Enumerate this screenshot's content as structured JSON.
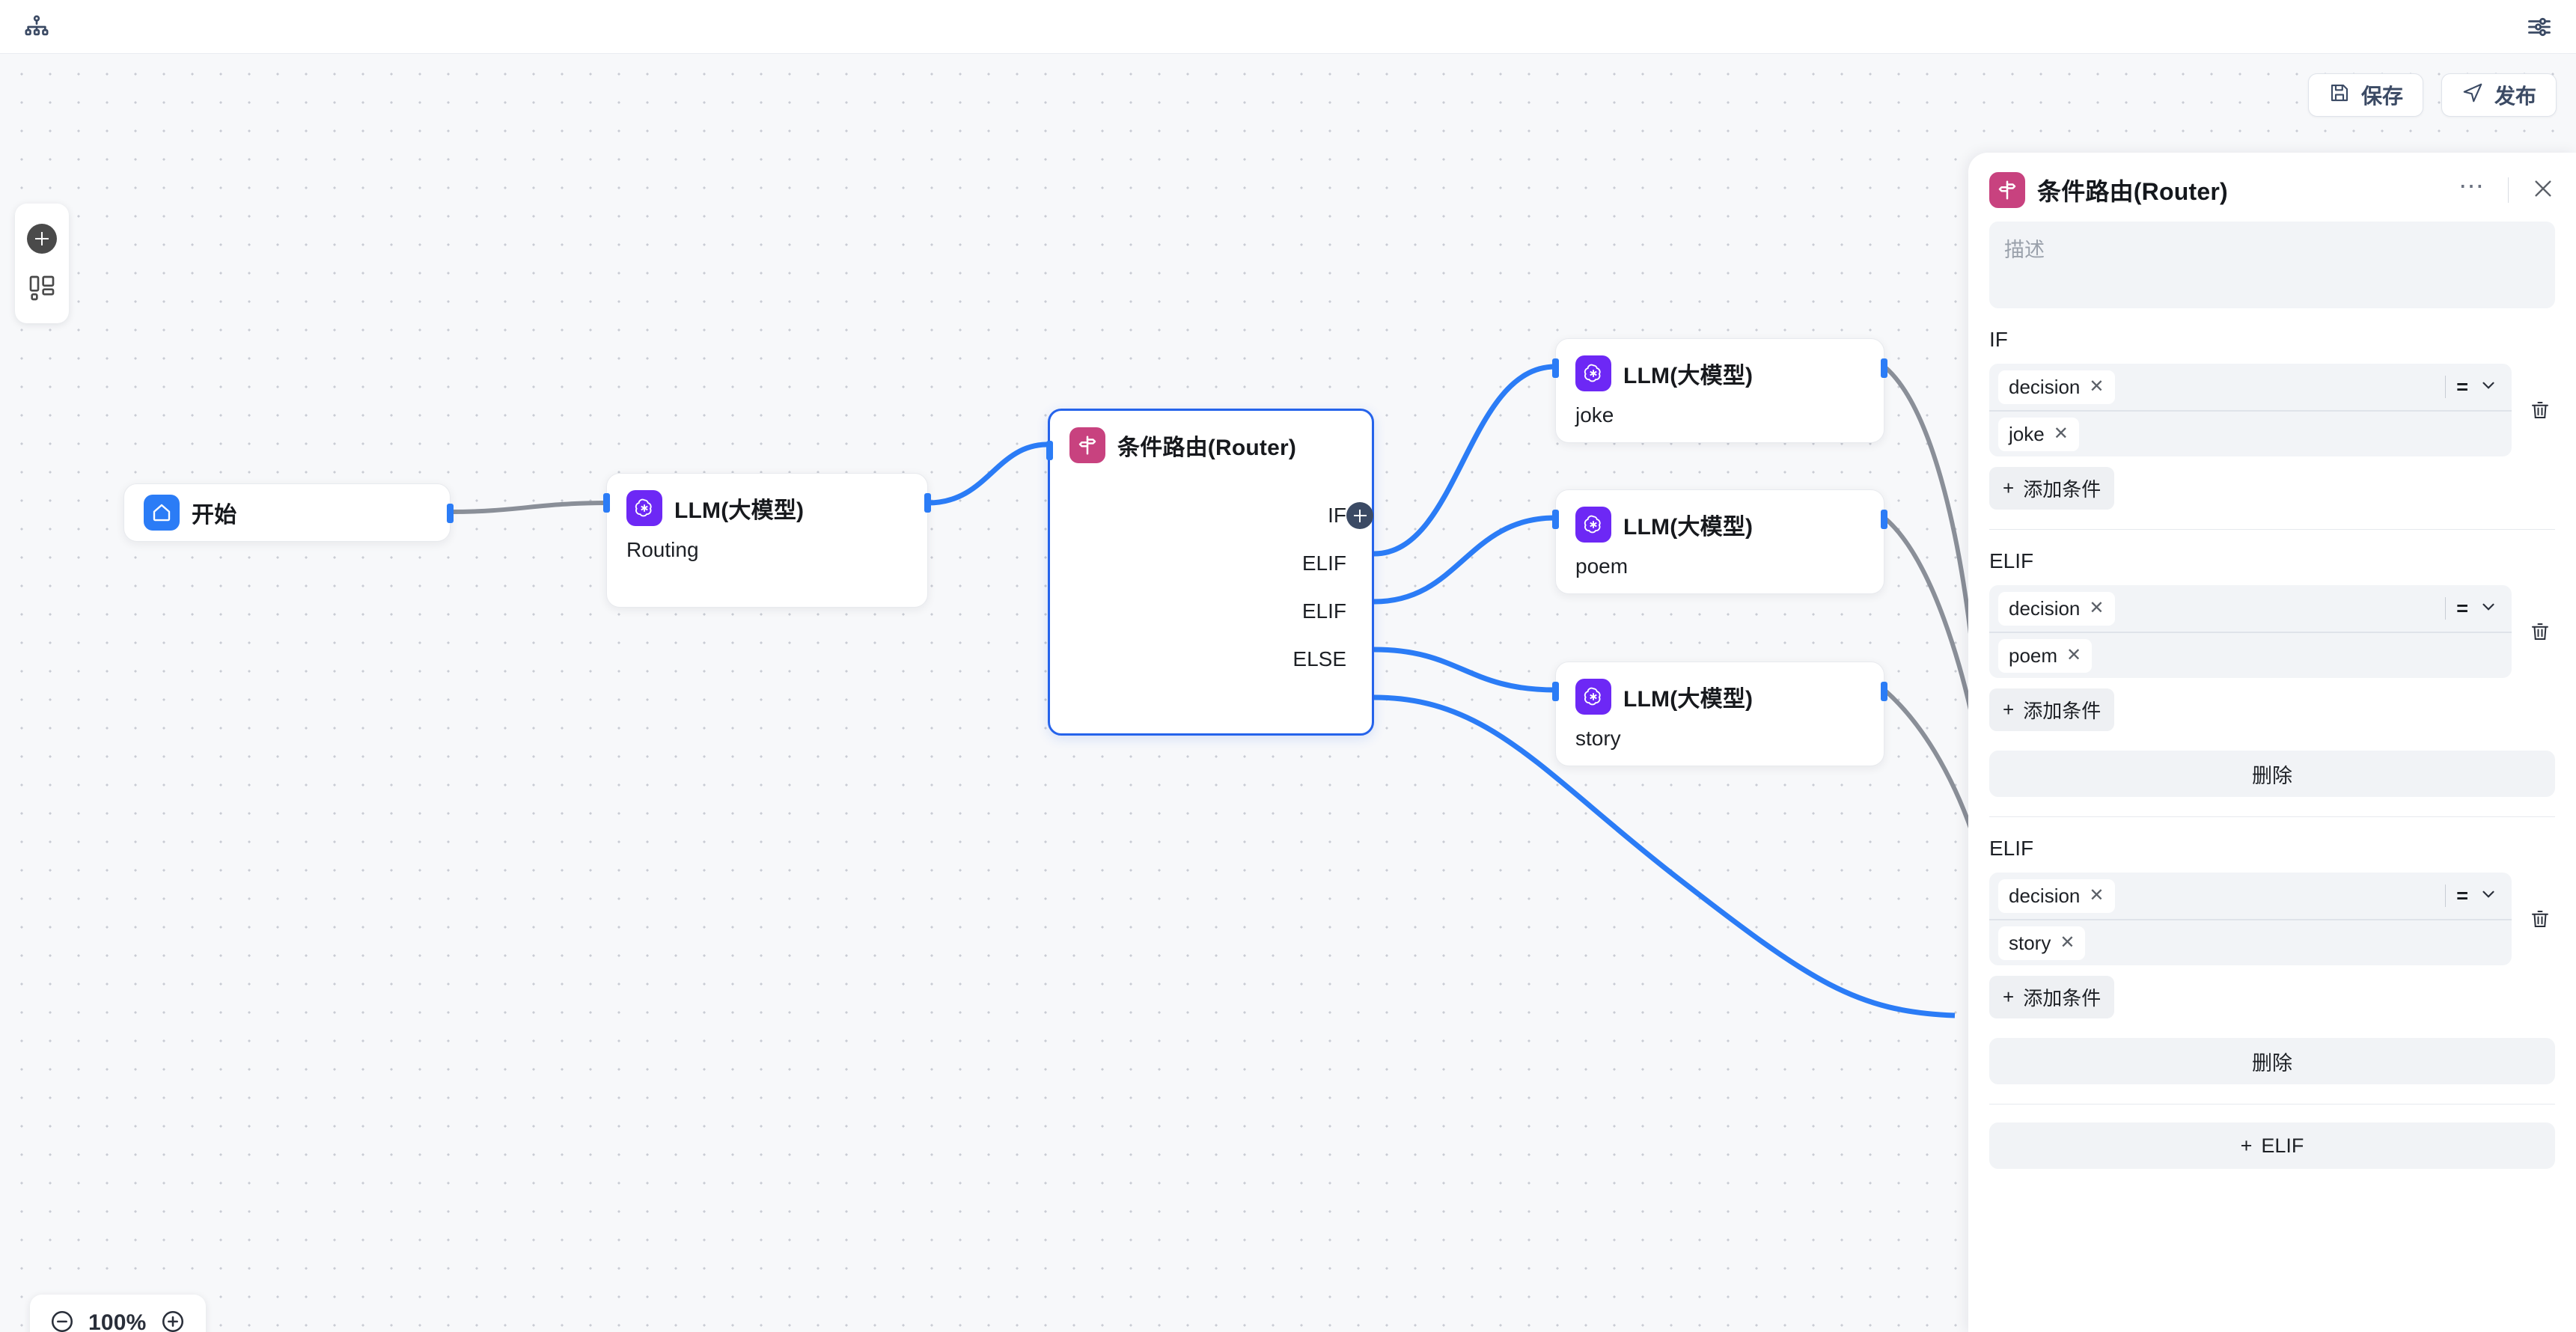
{
  "app": {
    "logo_icon": "sitemap-icon",
    "settings_icon": "sliders-icon"
  },
  "toolbar": {
    "save_label": "保存",
    "publish_label": "发布",
    "save_icon": "floppy-disk-icon",
    "publish_icon": "send-icon"
  },
  "left_toolbar": {
    "add_icon": "plus-circle-icon",
    "layout_icon": "layout-blocks-icon"
  },
  "zoom": {
    "level": "100%",
    "minus_icon": "zoom-out-icon",
    "plus_icon": "zoom-in-icon"
  },
  "canvas": {
    "nodes": [
      {
        "id": "start",
        "title": "开始",
        "subtitle": "",
        "icon": "home-icon",
        "icon_kind": "start"
      },
      {
        "id": "llm-routing",
        "title": "LLM(大模型)",
        "subtitle": "Routing",
        "icon": "openai-icon",
        "icon_kind": "openai"
      },
      {
        "id": "router",
        "title": "条件路由(Router)",
        "subtitle": "",
        "icon": "signpost-icon",
        "icon_kind": "router"
      },
      {
        "id": "llm-joke",
        "title": "LLM(大模型)",
        "subtitle": "joke",
        "icon": "openai-icon",
        "icon_kind": "openai"
      },
      {
        "id": "llm-poem",
        "title": "LLM(大模型)",
        "subtitle": "poem",
        "icon": "openai-icon",
        "icon_kind": "openai"
      },
      {
        "id": "llm-story",
        "title": "LLM(大模型)",
        "subtitle": "story",
        "icon": "openai-icon",
        "icon_kind": "openai"
      }
    ],
    "router_branches": [
      "IF",
      "ELIF",
      "ELIF",
      "ELSE"
    ],
    "edge_color_active": "#2b7cf6",
    "edge_color_inactive": "#8a8f98"
  },
  "panel": {
    "title": "条件路由(Router)",
    "icon": "signpost-icon",
    "more_icon": "ellipsis-icon",
    "close_icon": "close-icon",
    "description_placeholder": "描述",
    "description_value": "",
    "add_condition_label": "添加条件",
    "delete_label": "删除",
    "add_elif_label": "ELIF",
    "operator_symbol": "=",
    "trash_icon": "trash-icon",
    "chevron_icon": "chevron-down-icon",
    "conditions": [
      {
        "label": "IF",
        "variable": "decision",
        "operator": "=",
        "value": "joke",
        "has_delete_button": false
      },
      {
        "label": "ELIF",
        "variable": "decision",
        "operator": "=",
        "value": "poem",
        "has_delete_button": true
      },
      {
        "label": "ELIF",
        "variable": "decision",
        "operator": "=",
        "value": "story",
        "has_delete_button": true
      }
    ]
  },
  "colors": {
    "accent_blue": "#2b7cf6",
    "router_pink": "#c8427f",
    "openai_purple": "#6d28f5",
    "brand_navy": "#3b4a64",
    "canvas_bg": "#f7f8fa"
  }
}
